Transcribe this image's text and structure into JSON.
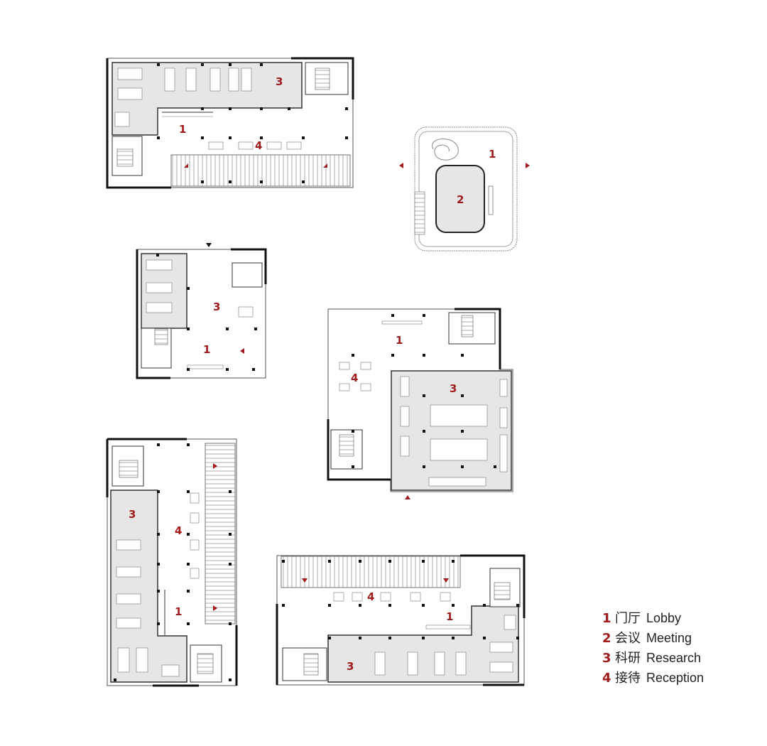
{
  "legend": [
    {
      "num": "1",
      "zh": "门厅",
      "en": "Lobby"
    },
    {
      "num": "2",
      "zh": "会议",
      "en": "Meeting"
    },
    {
      "num": "3",
      "zh": "科研",
      "en": "Research"
    },
    {
      "num": "4",
      "zh": "接待",
      "en": "Reception"
    }
  ],
  "colors": {
    "accent": "#a01c1c",
    "wall": "#111111",
    "fill": "#e6e6e6",
    "line": "#555555"
  },
  "plans": [
    {
      "id": "plan-a",
      "labels": [
        "1",
        "3",
        "4"
      ]
    },
    {
      "id": "plan-b",
      "labels": [
        "1",
        "2"
      ]
    },
    {
      "id": "plan-c",
      "labels": [
        "1",
        "3"
      ]
    },
    {
      "id": "plan-d",
      "labels": [
        "1",
        "3",
        "4"
      ]
    },
    {
      "id": "plan-e",
      "labels": [
        "1",
        "3",
        "4"
      ]
    },
    {
      "id": "plan-f",
      "labels": [
        "1",
        "3",
        "4"
      ]
    }
  ]
}
